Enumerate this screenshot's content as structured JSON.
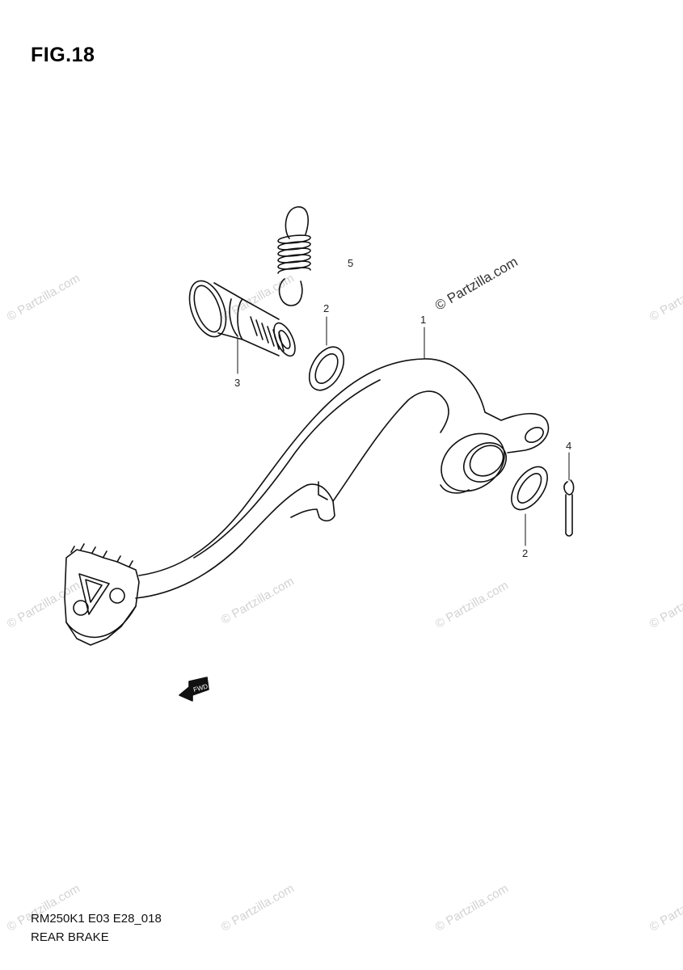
{
  "figure": {
    "title": "FIG.18",
    "code": "RM250K1 E03 E28_018",
    "caption": "REAR BRAKE"
  },
  "callouts": [
    "1",
    "2",
    "2",
    "3",
    "4",
    "5"
  ],
  "watermark": {
    "main": "© Partzilla.com",
    "repeat": "© Partzilla.com"
  },
  "direction_arrow_text": "FWD"
}
